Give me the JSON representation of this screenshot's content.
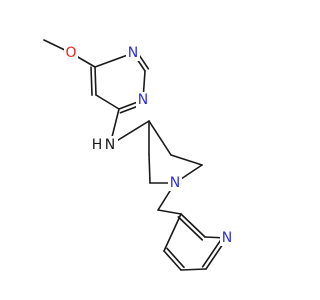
{
  "colors": {
    "background": "#ffffff",
    "bond": "#1a1a1a",
    "carbon": "#1a1a1a",
    "oxygen": "#e8251e",
    "nitrogen": "#2f2fd6",
    "amine": "#1a1a1a"
  },
  "labels": {
    "methoxy_o": "O",
    "pyrimidine_n1": "N",
    "pyrimidine_n3": "N",
    "amine_nh": "N",
    "amine_h": "H",
    "piperidine_n": "N",
    "pyridine_n": "N"
  }
}
